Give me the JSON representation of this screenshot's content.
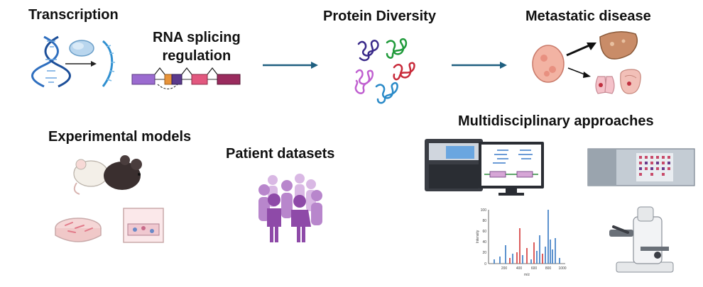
{
  "labels": {
    "transcription": "Transcription",
    "rna_splicing_line1": "RNA splicing",
    "rna_splicing_line2": "regulation",
    "protein_diversity": "Protein Diversity",
    "metastatic_disease": "Metastatic disease",
    "experimental_models": "Experimental models",
    "patient_datasets": "Patient datasets",
    "multidisciplinary": "Multidisciplinary approaches"
  },
  "spectrum": {
    "y_axis_title": "Intensity",
    "x_axis_title": "m/z",
    "y_ticks": [
      "100",
      "80",
      "60",
      "40",
      "20",
      "0"
    ],
    "x_ticks": [
      "200",
      "400",
      "600",
      "800",
      "1000"
    ]
  },
  "colors": {
    "dna": "#2f6fbf",
    "arrow": "#1f5f80",
    "exon1": "#9b6bd0",
    "exon_orange": "#e8943a",
    "exon_purple": "#5b3a8c",
    "exon_pink": "#e2587f",
    "exon_maroon": "#9a2b5e",
    "people": "#9a5bb0",
    "mouse_dark": "#3a2f2f",
    "peak_red": "#d94a4a",
    "peak_blue": "#4a86c8"
  },
  "icons": [
    "dna-icon",
    "rna-polymerase-icon",
    "rna-strand-icon",
    "pancreas-tumor-icon",
    "liver-icon",
    "lung-icon",
    "intestine-icon",
    "mouse-icon",
    "petri-dish-icon",
    "transwell-icon",
    "people-icon",
    "sequencer-icon",
    "monitor-icon",
    "microarray-slide-icon",
    "microscope-icon"
  ]
}
